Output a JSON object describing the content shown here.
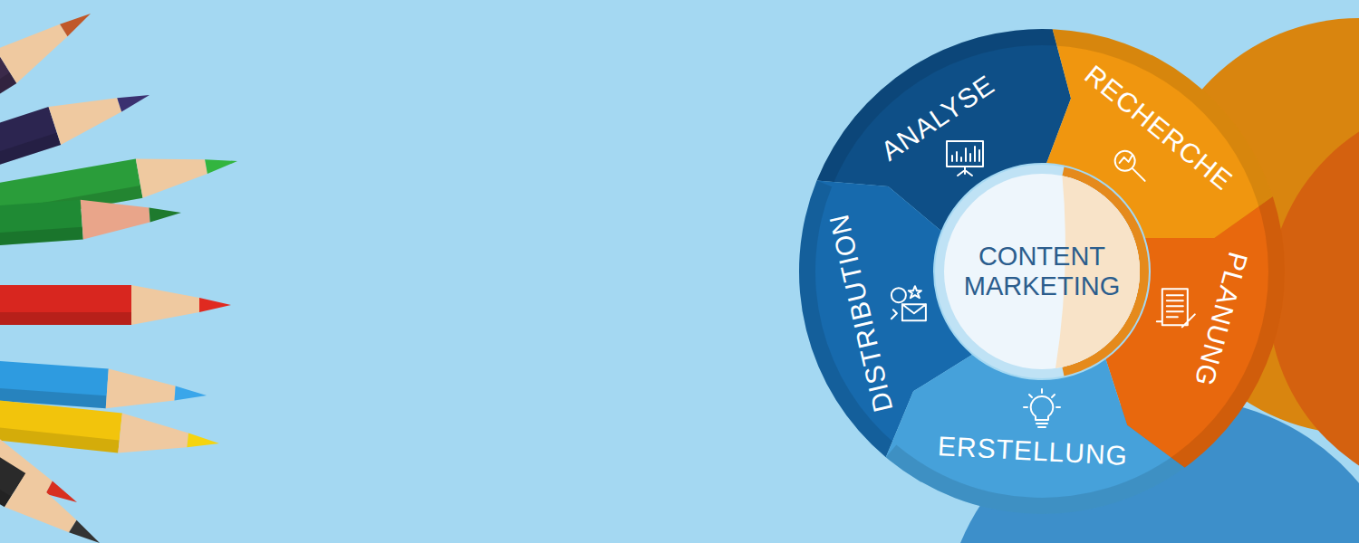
{
  "diagram": {
    "nodes": [
      {
        "text": [
          "ANALYSE"
        ]
      },
      {
        "text": [
          "RECHERCHE"
        ]
      },
      {
        "text": [
          "CONTENT MARKETING"
        ]
      },
      {
        "text": [
          "DISTRIBUTION"
        ]
      },
      {
        "text": [
          "PLANUNG"
        ]
      },
      {
        "text": [
          "ERSTELLUNG"
        ]
      }
    ]
  }
}
